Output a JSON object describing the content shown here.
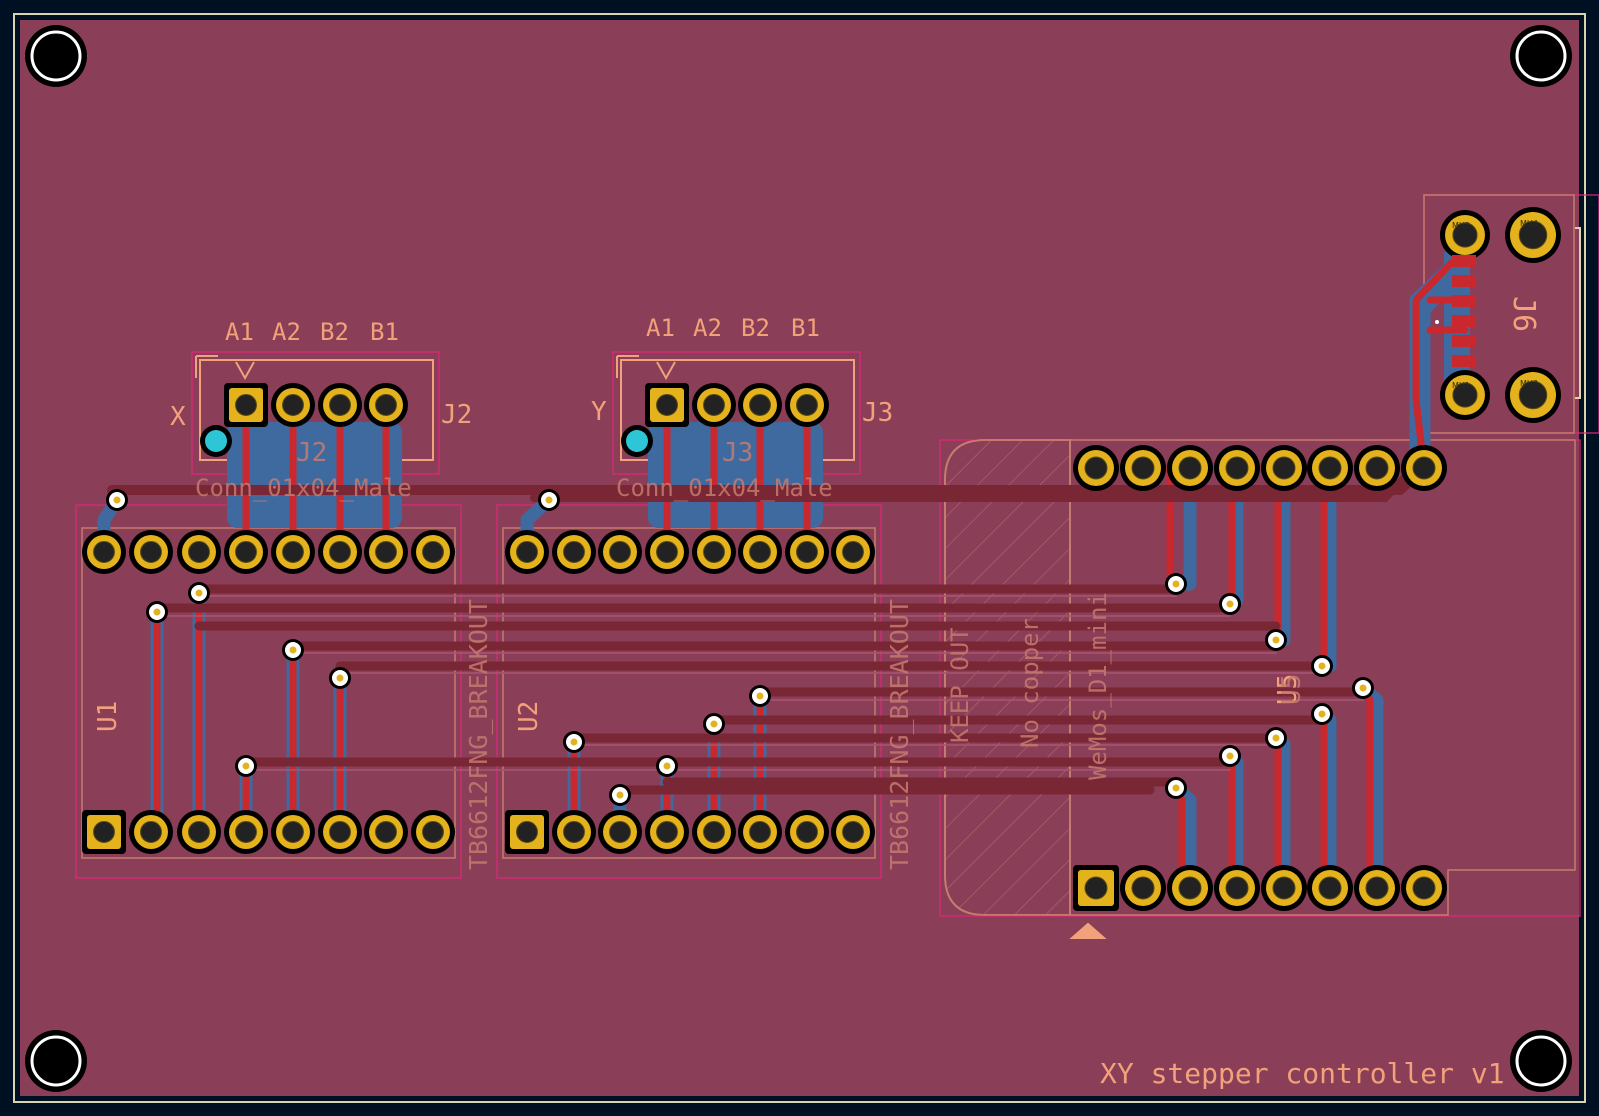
{
  "board": {
    "title": "XY stepper controller v1",
    "colors": {
      "background": "#001023",
      "copper_fill": "#8a3e57",
      "trace_front": "#c8282e",
      "trace_back": "#3f6aa0",
      "pad_gold": "#e3b21c",
      "silkscreen": "#f2a27a",
      "courtyard": "#e2287a",
      "edge_cut": "#d9d4b0"
    }
  },
  "connectors": {
    "j2": {
      "ref": "J2",
      "value": "Conn_01x04_Male",
      "pins": [
        "A1",
        "A2",
        "B2",
        "B1"
      ],
      "axis_label": "X"
    },
    "j3": {
      "ref": "J3",
      "value": "Conn_01x04_Male",
      "pins": [
        "A1",
        "A2",
        "B2",
        "B1"
      ],
      "axis_label": "Y"
    },
    "j6": {
      "ref": "J6",
      "pads": [
        "MH2",
        "MH4",
        "MH1",
        "MH3"
      ]
    }
  },
  "modules": {
    "u1": {
      "ref": "U1",
      "value": "TB6612FNG_BREAKOUT"
    },
    "u2": {
      "ref": "U2",
      "value": "TB6612FNG_BREAKOUT"
    },
    "u5": {
      "ref": "U5",
      "value": "WeMos_D1_mini"
    }
  },
  "keepout": {
    "line1": "KEEP OUT",
    "line2": "No copper"
  }
}
